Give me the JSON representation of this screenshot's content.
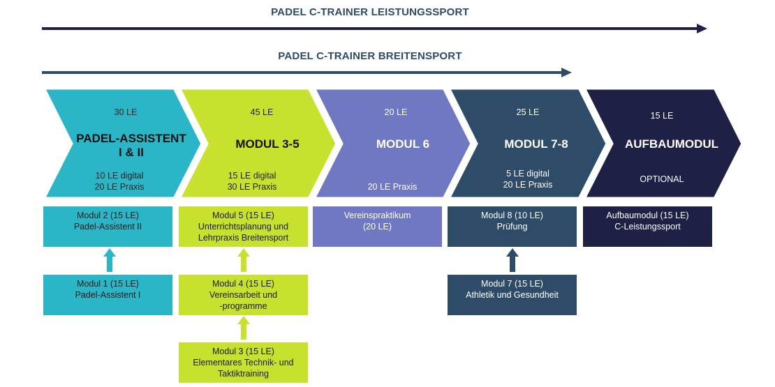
{
  "header": {
    "leistungssport": "PADEL C-TRAINER LEISTUNGSSPORT",
    "breitensport": "PADEL C-TRAINER BREITENSPORT"
  },
  "colors": {
    "teal": "#2bb6c7",
    "lime": "#c8e12f",
    "purple": "#6f78c1",
    "slate": "#2e4b67",
    "navy": "#1f2046"
  },
  "stages": [
    {
      "le": "30 LE",
      "title1": "PADEL-ASSISTENT",
      "title2": "I & II",
      "detail1": "10 LE digital",
      "detail2": "20 LE Praxis"
    },
    {
      "le": "45 LE",
      "title1": "MODUL 3-5",
      "detail1": "15 LE digital",
      "detail2": "30 LE Praxis"
    },
    {
      "le": "20 LE",
      "title1": "MODUL 6",
      "detail2": "20 LE Praxis"
    },
    {
      "le": "25 LE",
      "title1": "MODUL 7-8",
      "detail1": "5 LE digital",
      "detail2": "20 LE Praxis"
    },
    {
      "le": "15 LE",
      "title1": "AUFBAUMODUL",
      "detail1": "OPTIONAL"
    }
  ],
  "modules": {
    "m2": [
      "Modul 2 (15 LE)",
      "Padel-Assistent II"
    ],
    "m1": [
      "Modul 1 (15 LE)",
      "Padel-Assistent I"
    ],
    "m5": [
      "Modul 5 (15 LE)",
      "Unterrichtsplanung und",
      "Lehrpraxis Breitensport"
    ],
    "m4": [
      "Modul 4 (15 LE)",
      "Vereinsarbeit und",
      "-programme"
    ],
    "m3": [
      "Modul 3 (15 LE)",
      "Elementares Technik- und",
      "Taktiktraining"
    ],
    "m6": [
      "Vereinspraktikum",
      "(20 LE)"
    ],
    "m8": [
      "Modul 8 (10 LE)",
      "Prüfung"
    ],
    "m7": [
      "Modul 7 (15 LE)",
      "Athletik und Gesundheit"
    ],
    "auf": [
      "Aufbaumodul (15 LE)",
      "C-Leistungssport"
    ]
  }
}
